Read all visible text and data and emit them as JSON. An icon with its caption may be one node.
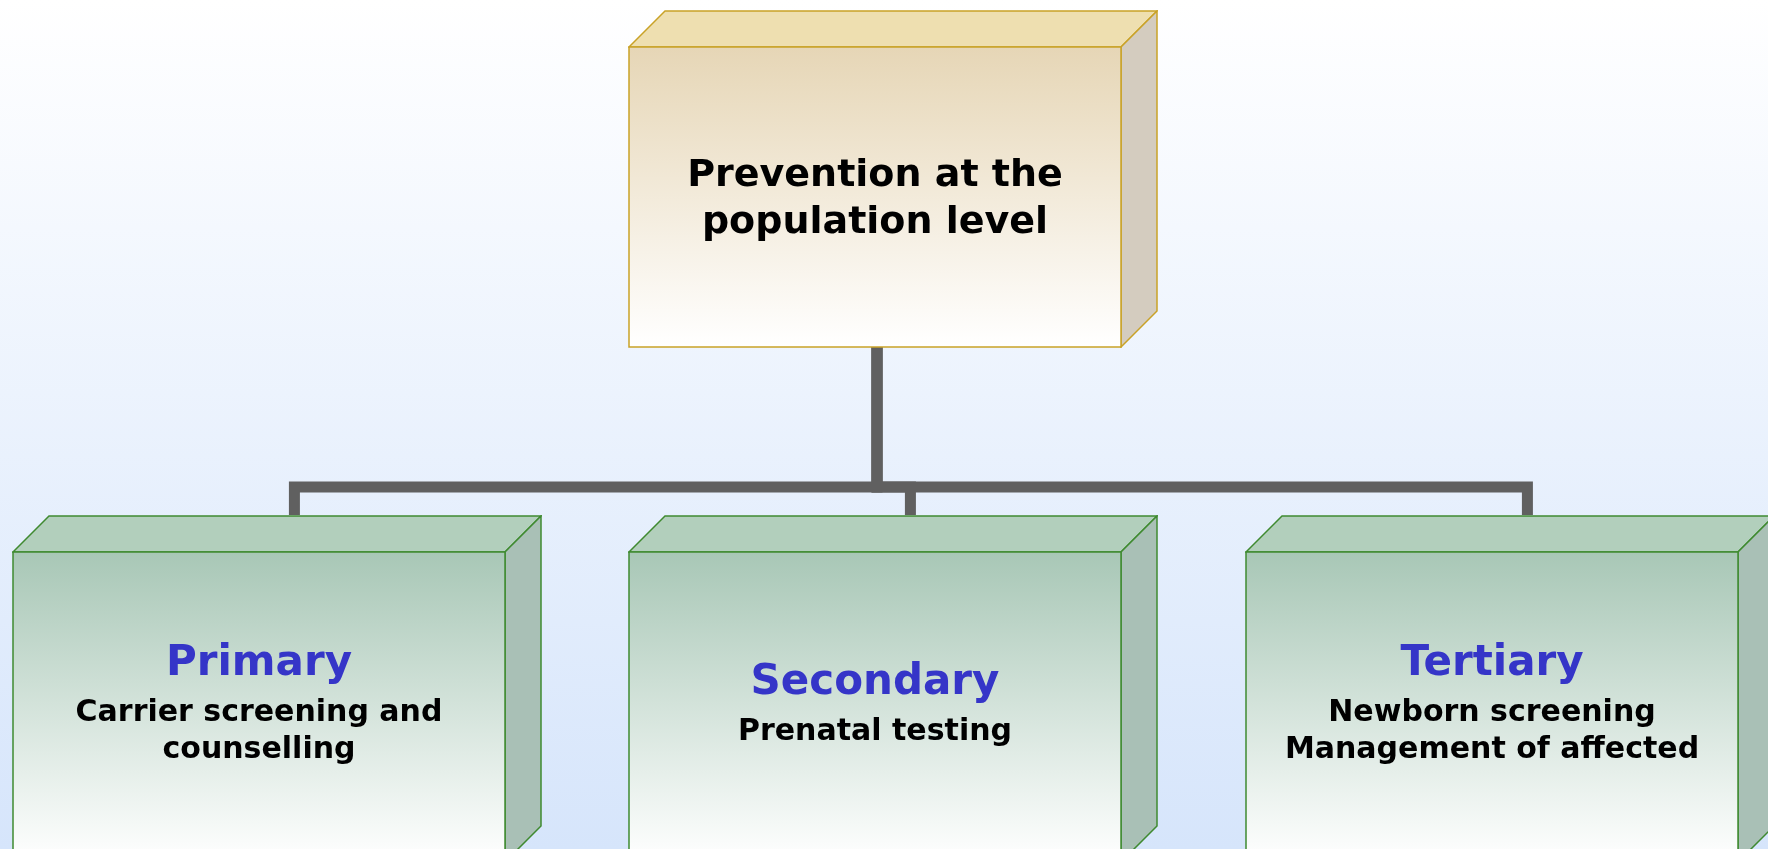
{
  "diagram": {
    "nodes": [
      {
        "text": [
          "Prevention at the population level"
        ]
      },
      {
        "text": [
          "Primary",
          "Carrier screening and counselling"
        ]
      },
      {
        "text": [
          "Secondary",
          "Prenatal testing"
        ]
      },
      {
        "text": [
          "Tertiary",
          "Newborn screening",
          "Management of affected"
        ]
      }
    ],
    "edges": [
      {
        "from": 0,
        "to": 1,
        "arrow": "none"
      },
      {
        "from": 0,
        "to": 2,
        "arrow": "none"
      },
      {
        "from": 0,
        "to": 3,
        "arrow": "none"
      }
    ]
  }
}
